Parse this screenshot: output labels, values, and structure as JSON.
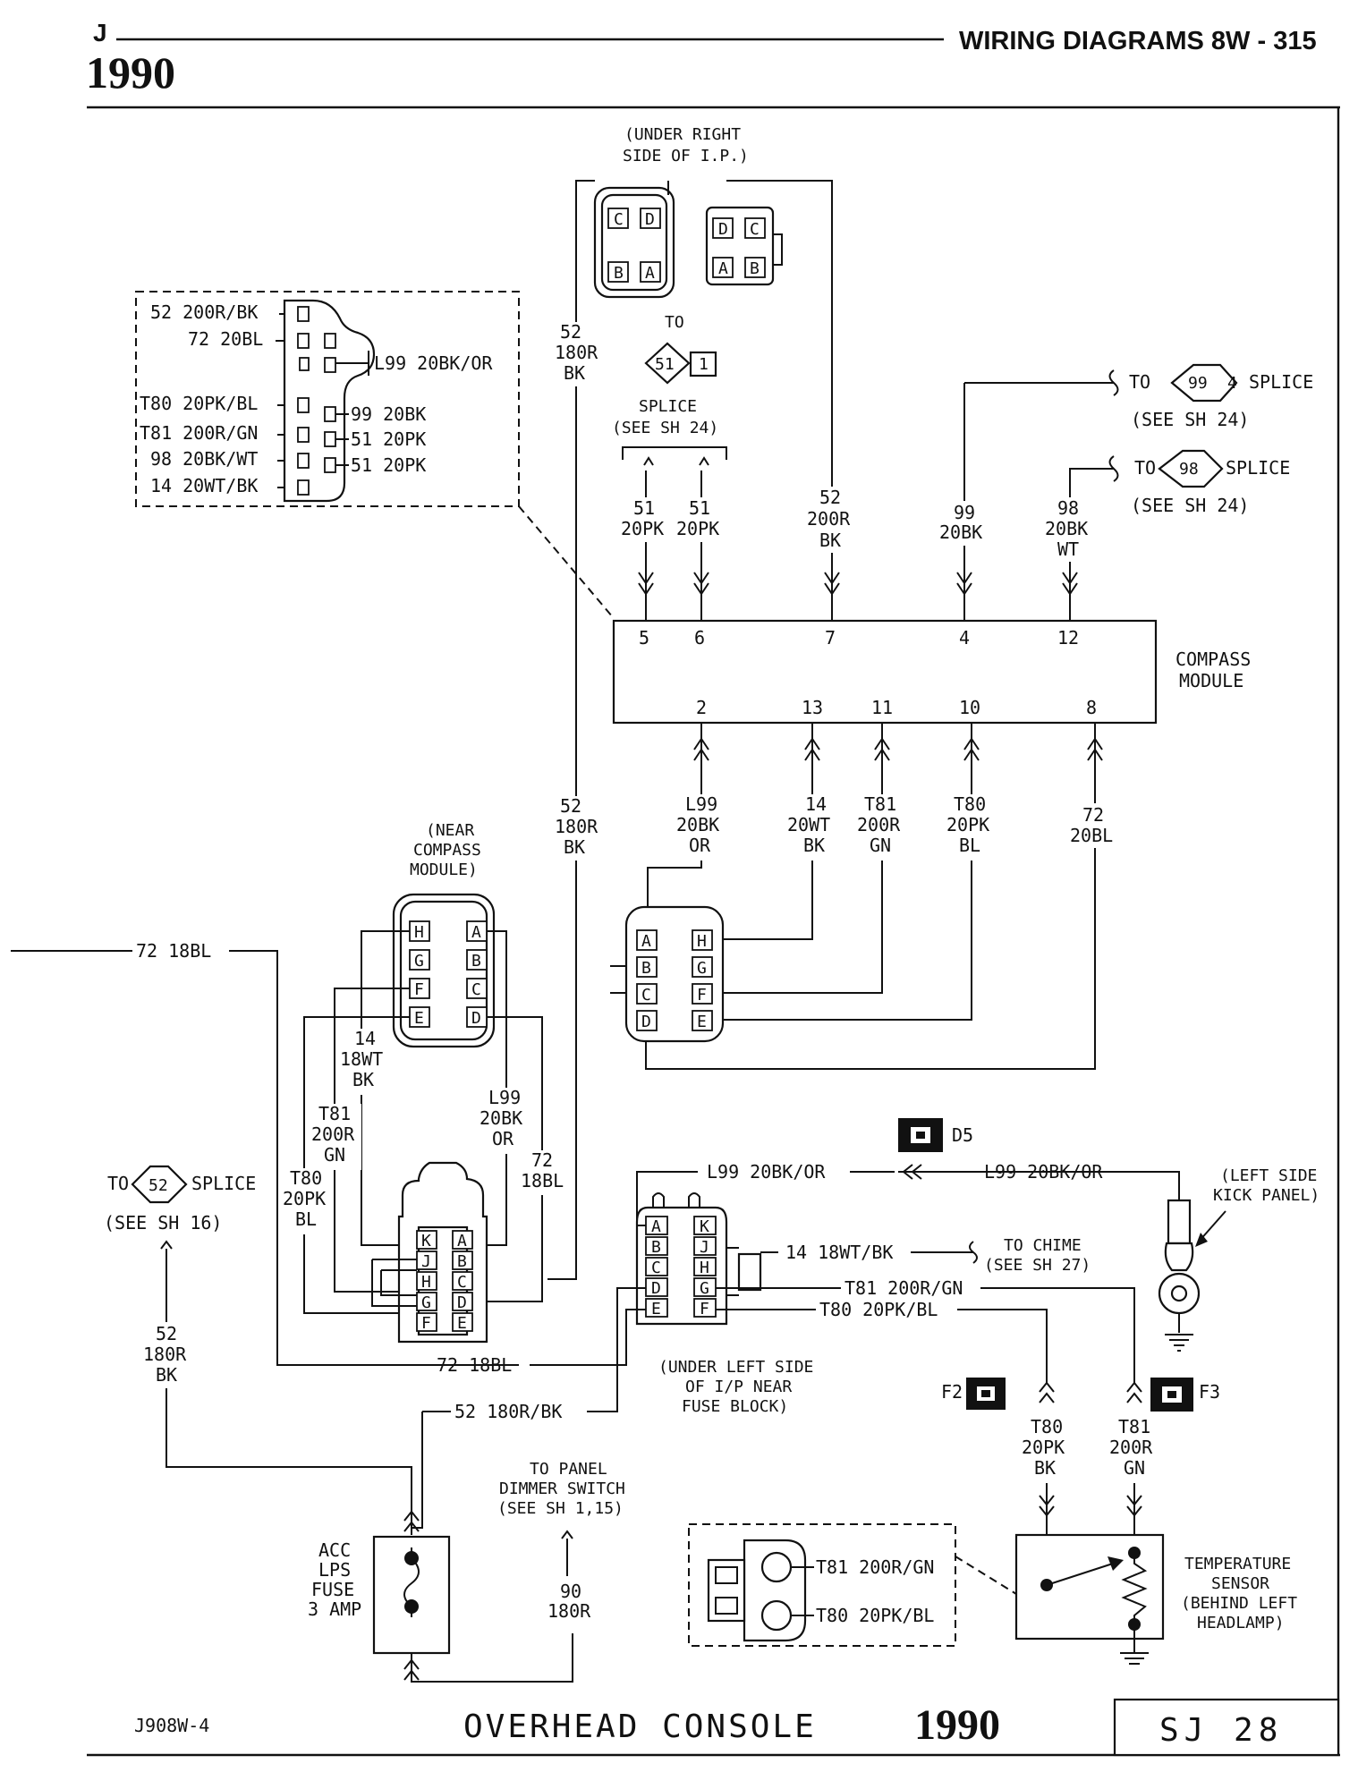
{
  "header": {
    "section": "J",
    "year": "1990",
    "title": "WIRING DIAGRAMS 8W - 315"
  },
  "footer": {
    "code": "J908W-4",
    "title": "OVERHEAD CONSOLE",
    "year": "1990",
    "sheet": "SJ 28"
  },
  "locations": {
    "under_right_ip": [
      "(UNDER RIGHT",
      "SIDE OF I.P.)"
    ],
    "near_compass": [
      "(NEAR",
      "COMPASS",
      "MODULE)"
    ],
    "under_left_ip": [
      "(UNDER LEFT SIDE",
      "OF I/P NEAR",
      "FUSE BLOCK)"
    ],
    "left_kick": [
      "(LEFT SIDE",
      "KICK PANEL)"
    ],
    "temp_sensor": [
      "TEMPERATURE",
      "SENSOR",
      "(BEHIND LEFT",
      "HEADLAMP)"
    ]
  },
  "compass_module": {
    "label": [
      "COMPASS",
      "MODULE"
    ],
    "top_pins": [
      "5",
      "6",
      "7",
      "4",
      "12"
    ],
    "bottom_pins": [
      "2",
      "13",
      "11",
      "10",
      "8"
    ]
  },
  "splices": {
    "to_label": "TO",
    "s51": {
      "num": "51",
      "tail": "1",
      "name": "SPLICE",
      "ref": "(SEE SH 24)"
    },
    "s99": {
      "to": "TO",
      "num": "99",
      "tail": "4",
      "name": "SPLICE",
      "ref": "(SEE SH 24)"
    },
    "s98": {
      "to": "TO",
      "num": "98",
      "name": "SPLICE",
      "ref": "(SEE SH 24)"
    },
    "s52": {
      "to": "TO",
      "num": "52",
      "name": "SPLICE",
      "ref": "(SEE SH 16)"
    }
  },
  "inset_wires": [
    "52 200R/BK",
    "72 20BL",
    "T80 20PK/BL",
    "T81 200R/GN",
    "98 20BK/WT",
    "14 20WT/BK"
  ],
  "inset_right": [
    "L99 20BK/OR",
    "99 20BK",
    "51 20PK",
    "51 20PK"
  ],
  "wires": {
    "w52_180": [
      "52",
      "180R",
      "BK"
    ],
    "w51a": [
      "51",
      "20PK"
    ],
    "w51b": [
      "51",
      "20PK"
    ],
    "w52_200": [
      "52",
      "200R",
      "BK"
    ],
    "w99": [
      "99",
      "20BK"
    ],
    "w98": [
      "98",
      "20BK",
      "WT"
    ],
    "wL99": [
      "L99",
      "20BK",
      "OR"
    ],
    "w14": [
      "14",
      "20WT",
      "BK"
    ],
    "wT81": [
      "T81",
      "200R",
      "GN"
    ],
    "wT80": [
      "T80",
      "20PK",
      "BL"
    ],
    "w72": [
      "72",
      "20BL"
    ],
    "w14_18": [
      "14",
      "18WT",
      "BK"
    ],
    "wT81_200": [
      "T81",
      "200R",
      "GN"
    ],
    "wT80_20": [
      "T80",
      "20PK",
      "BL"
    ],
    "wL99_near": [
      "L99",
      "20BK",
      "OR"
    ],
    "w72_18": [
      "72",
      "18BL"
    ],
    "w52_left": [
      "52",
      "180R",
      "BK"
    ],
    "wF2": [
      "T80",
      "20PK",
      "BK"
    ],
    "wF3": [
      "T81",
      "200R",
      "GN"
    ],
    "w90": [
      "90",
      "180R"
    ]
  },
  "runs": {
    "r72_top": "72 18BL",
    "r72_bot": "72 18BL",
    "rL99_a": "L99 20BK/OR",
    "rL99_b": "L99 20BK/OR",
    "r14": "14 18WT/BK",
    "rT81": "T81 200R/GN",
    "rT80": "T80 20PK/BL",
    "r52": "52 180R/BK",
    "chime": [
      "TO CHIME",
      "(SEE SH 27)"
    ],
    "dimmer": [
      "TO PANEL",
      "DIMMER SWITCH",
      "(SEE SH 1,15)"
    ],
    "fuse": [
      "ACC",
      "LPS",
      "FUSE",
      "3 AMP"
    ],
    "sensor_conn": [
      "T81 200R/GN",
      "T80 20PK/BL"
    ]
  },
  "grounds": {
    "d5": "D5",
    "f2": "F2",
    "f3": "F3"
  },
  "pins": {
    "urA": [
      "C",
      "D",
      "B",
      "A"
    ],
    "urB": [
      "D",
      "C",
      "A",
      "B"
    ],
    "near_left": [
      "H",
      "G",
      "F",
      "E"
    ],
    "near_right": [
      "A",
      "B",
      "C",
      "D"
    ],
    "mid_left": [
      "A",
      "B",
      "C",
      "D"
    ],
    "mid_right": [
      "H",
      "G",
      "F",
      "E"
    ],
    "low_left": [
      "K",
      "J",
      "H",
      "G",
      "F"
    ],
    "low_right": [
      "A",
      "B",
      "C",
      "D",
      "E"
    ],
    "ll_left": [
      "A",
      "B",
      "C",
      "D",
      "E"
    ],
    "ll_right": [
      "K",
      "J",
      "H",
      "G",
      "F"
    ]
  }
}
